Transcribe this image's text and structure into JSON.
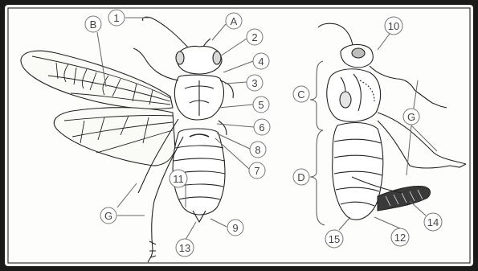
{
  "figure": {
    "labels": {
      "n1": "1",
      "n2": "2",
      "n3": "3",
      "n4": "4",
      "n5": "5",
      "n6": "6",
      "n7": "7",
      "n8": "8",
      "n9": "9",
      "n10": "10",
      "n11": "11",
      "n12": "12",
      "n13": "13",
      "n14": "14",
      "n15": "15",
      "A": "A",
      "B": "B",
      "C": "C",
      "D": "D",
      "G1": "G",
      "G2": "G"
    }
  }
}
